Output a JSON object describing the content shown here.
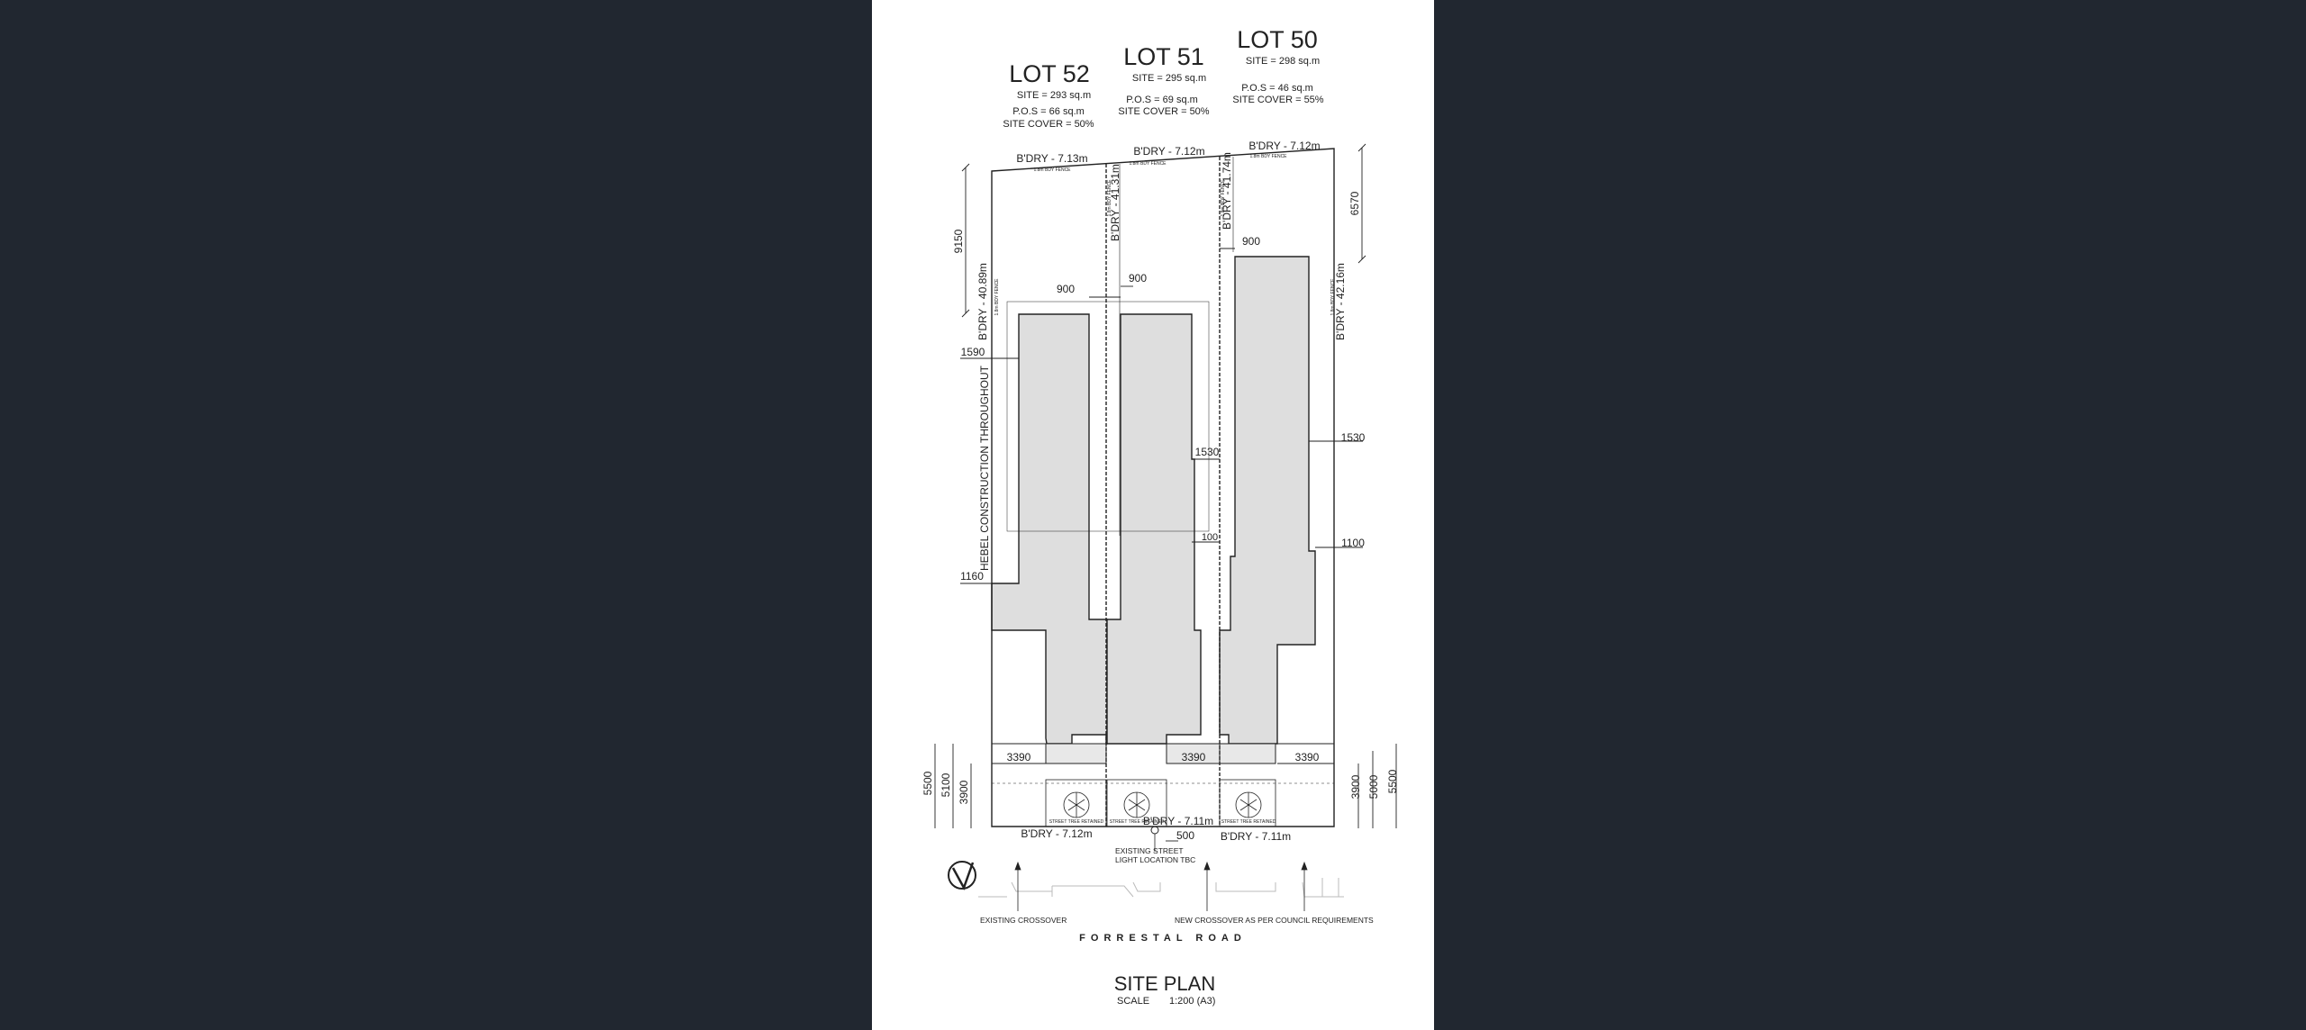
{
  "lots": [
    {
      "id": "lot52",
      "title": "LOT 52",
      "site": "SITE = 293 sq.m",
      "pos": "P.O.S = 66 sq.m",
      "cover": "SITE COVER = 50%"
    },
    {
      "id": "lot51",
      "title": "LOT 51",
      "site": "SITE = 295 sq.m",
      "pos": "P.O.S = 69 sq.m",
      "cover": "SITE COVER = 50%"
    },
    {
      "id": "lot50",
      "title": "LOT 50",
      "site": "SITE = 298 sq.m",
      "pos": "P.O.S = 46 sq.m",
      "cover": "SITE COVER = 55%"
    }
  ],
  "boundaries": {
    "rear_52": "B'DRY - 7.13m",
    "rear_51": "B'DRY - 7.12m",
    "rear_50": "B'DRY - 7.12m",
    "side_52": "B'DRY - 40.89m",
    "side_51": "B'DRY - 41.31m",
    "side_50_left": "B'DRY - 41.74m",
    "side_50_right": "B'DRY - 42.16m",
    "front_52": "B'DRY - 7.12m",
    "front_51": "B'DRY - 7.11m",
    "front_50": "B'DRY - 7.11m"
  },
  "fence_note": "1.8m BDY FENCE",
  "dimensions": {
    "d9150": "9150",
    "d6570": "6570",
    "d900_a": "900",
    "d900_b": "900",
    "d900_c": "900",
    "d1590": "1590",
    "d1530_a": "1530",
    "d1530_b": "1530",
    "d100": "100",
    "d1100": "1100",
    "d1160": "1160",
    "d3390_a": "3390",
    "d3390_b": "3390",
    "d3390_c": "3390",
    "d5500_l": "5500",
    "d5100_l": "5100",
    "d3900_l": "3900",
    "d3900_r": "3900",
    "d5000_r": "5000",
    "d5500_r": "5500",
    "d500": "500"
  },
  "notes": {
    "hebel": "HEBEL CONSTRUCTION THROUGHOUT",
    "street_light_1": "EXISTING STREET",
    "street_light_2": "LIGHT LOCATION TBC",
    "existing_crossover": "EXISTING CROSSOVER",
    "new_crossover": "NEW CROSSOVER AS PER COUNCIL REQUIREMENTS",
    "tree": "STREET TREE RETAINED"
  },
  "road": "FORRESTAL ROAD",
  "plan_title": "SITE PLAN",
  "scale_label": "SCALE",
  "scale_value": "1:200 (A3)",
  "colors": {
    "viewer_bg": "#212730",
    "sheet": "#ffffff",
    "building": "#dedede",
    "line": "#222222"
  }
}
